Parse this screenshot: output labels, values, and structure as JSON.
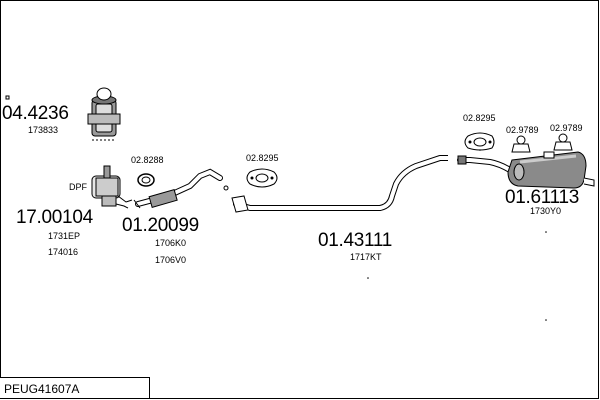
{
  "diagram_code": "PEUG41607A",
  "colors": {
    "line": "#000000",
    "shade": "#7a7a7a",
    "light": "#d8d8d8"
  },
  "parts": {
    "dpf_filter_tag": "DPF",
    "catalyst_number": "04.4236",
    "catalyst_ref": "173833",
    "dpf_number": "17.00104",
    "dpf_ref_1": "1731EP",
    "dpf_ref_2": "174016",
    "front_pipe_number": "01.20099",
    "front_pipe_ref_1": "1706K0",
    "front_pipe_ref_2": "1706V0",
    "clamp_front": "02.8288",
    "gasket_front": "02.8295",
    "mid_pipe_number": "01.43111",
    "mid_pipe_ref": "1717KT",
    "gasket_rear": "02.8295",
    "rubber_mount_1": "02.9789",
    "rubber_mount_2": "02.9789",
    "rear_silencer_number": "01.61113",
    "rear_silencer_ref": "1730Y0"
  }
}
